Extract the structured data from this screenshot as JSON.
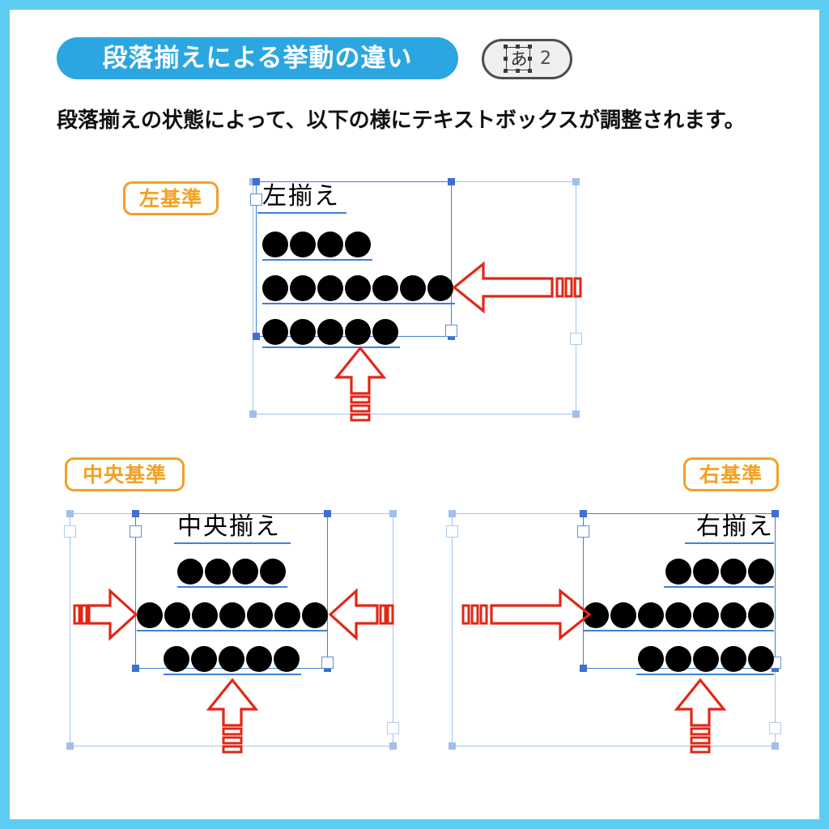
{
  "header": {
    "title": "段落揃えによる挙動の違い",
    "badge_char": "あ",
    "badge_number": "2",
    "badge_icon_name": "text-box-icon"
  },
  "subtitle": "段落揃えの状態によって、以下の様にテキストボックスが調整されます。",
  "colors": {
    "page_border": "#5ECDF2",
    "title_pill": "#2BA6E0",
    "label_orange": "#F2A124",
    "box_inner_blue": "#3F7FD6",
    "box_outer_blue": "#9FC4EE",
    "arrow_red": "#E02717",
    "dot_black": "#000000"
  },
  "diagrams": [
    {
      "id": "left",
      "label": "左基準",
      "sample_text": "左揃え",
      "alignment": "left",
      "rows": [
        4,
        7,
        5
      ],
      "arrows": [
        "left",
        "up"
      ]
    },
    {
      "id": "center",
      "label": "中央基準",
      "sample_text": "中央揃え",
      "alignment": "center",
      "rows": [
        4,
        7,
        5
      ],
      "arrows": [
        "right",
        "left",
        "up"
      ]
    },
    {
      "id": "right",
      "label": "右基準",
      "sample_text": "右揃え",
      "alignment": "right",
      "rows": [
        4,
        7,
        5
      ],
      "arrows": [
        "right",
        "up"
      ]
    }
  ]
}
